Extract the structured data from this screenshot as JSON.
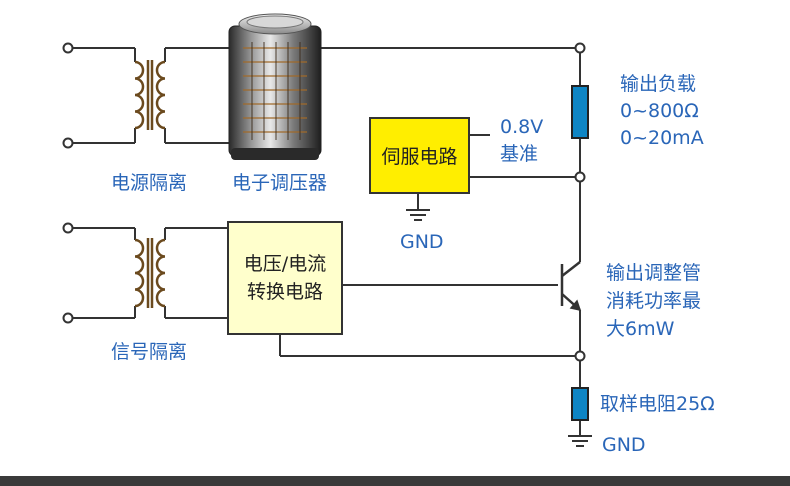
{
  "labels": {
    "power_isolation": "电源隔离",
    "electronic_regulator": "电子调压器",
    "servo_circuit": "伺服电路",
    "servo_ref_value": "0.8V",
    "servo_ref_label": "基准",
    "gnd_servo": "GND",
    "output_load_title": "输出负载",
    "output_load_resistance": "0~800Ω",
    "output_load_current": "0~20mA",
    "converter_line1": "电压/电流",
    "converter_line2": "转换电路",
    "signal_isolation": "信号隔离",
    "transistor_line1": "输出调整管",
    "transistor_line2": "消耗功率最",
    "transistor_line3": "大6mW",
    "sampling_resistor": "取样电阻25Ω",
    "gnd_bottom": "GND"
  },
  "colors": {
    "label_text": "#2a66b8",
    "servo_fill": "#ffee00",
    "converter_fill": "#ffffcc",
    "resistor_fill": "#0e85c4",
    "wire": "#333333",
    "coil": "#6b4a1e"
  }
}
